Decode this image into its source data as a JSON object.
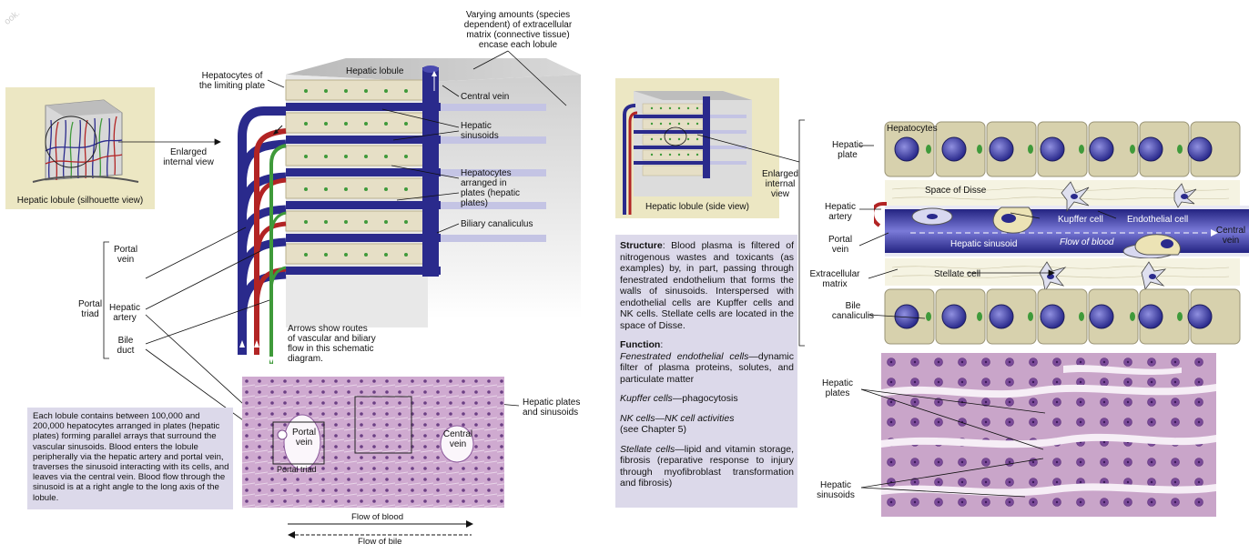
{
  "watermark": "ook.",
  "left": {
    "silhouette": {
      "caption": "Hepatic lobule (silhouette view)"
    },
    "enlarged_internal_view": "Enlarged\ninternal view",
    "labels": {
      "hepatocytes_limiting_plate": "Hepatocytes of\nthe limiting plate",
      "hepatic_lobule": "Hepatic lobule",
      "varying_amounts": "Varying amounts (species\ndependent) of extracellular\nmatrix (connective tissue)\nencase each lobule",
      "central_vein": "Central vein",
      "hepatic_sinusoids": "Hepatic\nsinusoids",
      "hepatocytes_arranged": "Hepatocytes\narranged in\nplates (hepatic\nplates)",
      "biliary_canaliculus": "Biliary canaliculus",
      "portal_vein": "Portal\nvein",
      "hepatic_artery": "Hepatic\nartery",
      "bile_duct": "Bile\nduct",
      "portal_triad": "Portal\ntriad",
      "arrows_show": "Arrows show routes\nof vascular and biliary\nflow in this schematic\ndiagram.",
      "hepatic_plates_sinusoids": "Hepatic plates\nand sinusoids"
    },
    "micrograph": {
      "portal_vein": "Portal\nvein",
      "central_vein": "Central\nvein",
      "portal_triad": "Portal triad"
    },
    "info_box": "Each lobule contains between 100,000 and 200,000 hepatocytes arranged in plates (hepatic plates) forming parallel arrays that surround the vascular sinusoids. Blood enters the lobule peripherally via the hepatic artery and portal vein, traverses the sinusoid interacting with its cells, and leaves via the central vein. Blood flow through the sinusoid is at a right angle to the long axis of the lobule.",
    "flow_of_blood": "Flow of blood",
    "flow_of_bile": "Flow of bile"
  },
  "right": {
    "side_view_caption": "Hepatic lobule (side view)",
    "enlarged_internal_view": "Enlarged\ninternal\nview",
    "labels": {
      "hepatocytes": "Hepatocytes",
      "hepatic_plate": "Hepatic\nplate",
      "space_of_disse": "Space of Disse",
      "hepatic_artery": "Hepatic\nartery",
      "kupffer_cell": "Kupffer cell",
      "endothelial_cell": "Endothelial cell",
      "portal_vein": "Portal\nvein",
      "hepatic_sinusoid": "Hepatic sinusoid",
      "flow_of_blood": "Flow of blood",
      "central_vein": "Central\nvein",
      "extracellular_matrix": "Extracellular\nmatrix",
      "stellate_cell": "Stellate cell",
      "bile_canaliculis": "Bile\ncanaliculis",
      "hepatic_plates": "Hepatic\nplates",
      "hepatic_sinusoids": "Hepatic\nsinusoids"
    },
    "structure": {
      "heading": "Structure",
      "text": ": Blood plasma is filtered of nitrogenous wastes and toxicants (as examples) by, in part, passing through fenestrated endothelium that forms the walls of sinusoids. Interspersed with endothelial cells are Kupffer cells and NK cells. Stellate cells are located in the space of Disse."
    },
    "function": {
      "heading": "Function",
      "colon": ":",
      "items": [
        {
          "term": "Fenestrated endothelial cells",
          "desc": "—dynamic filter of plasma proteins, solutes, and particulate matter"
        },
        {
          "term": "Kupffer cells",
          "desc": "—phagocytosis"
        },
        {
          "term": "NK cells—NK cell activities",
          "desc": "(see Chapter 5)"
        },
        {
          "term": "Stellate cells",
          "desc": "—lipid and vitamin storage, fibrosis (reparative response to injury through myofibroblast transformation and fibrosis)"
        }
      ]
    }
  },
  "colors": {
    "vein_blue": "#2a2a8c",
    "artery_red": "#b22424",
    "bile_green": "#3f9a3a",
    "plate_tan": "#e6dfc6",
    "panel_lavender": "#dcd9ea",
    "histology_pink": "#c9a6c9",
    "hepatocyte_tan": "#d7d1ad",
    "nucleus_blue": "#3f3fa0"
  }
}
